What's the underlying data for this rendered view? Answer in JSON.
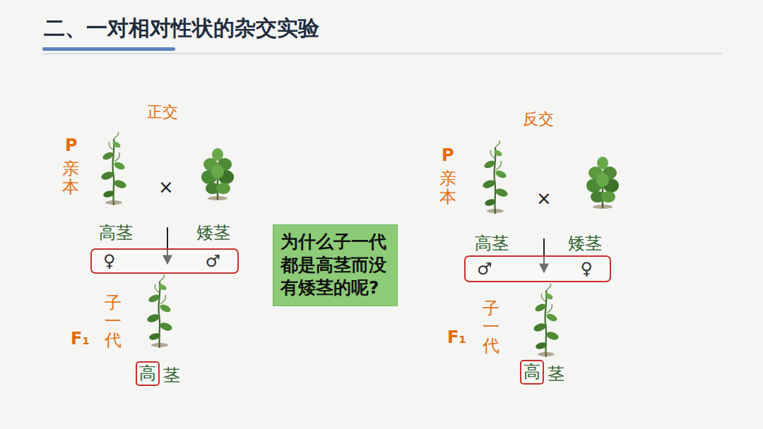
{
  "diagram": {
    "title": "二、一对相对性状的杂交实验",
    "nodes": [
      {
        "text": [
          "♀",
          "♂"
        ]
      },
      {
        "text": [
          "为什么子一代都是高茎而没有矮茎的呢?"
        ]
      },
      {
        "text": [
          "♂",
          "♀"
        ]
      },
      {
        "text": [
          "高"
        ]
      },
      {
        "text": [
          "高"
        ]
      }
    ],
    "labels": [
      "正交",
      "P",
      "亲本",
      "×",
      "高茎",
      "矮茎",
      "F₁",
      "子一代",
      "茎",
      "反交",
      "P",
      "亲本",
      "×",
      "高茎",
      "矮茎",
      "F₁",
      "子一代",
      "茎"
    ]
  }
}
